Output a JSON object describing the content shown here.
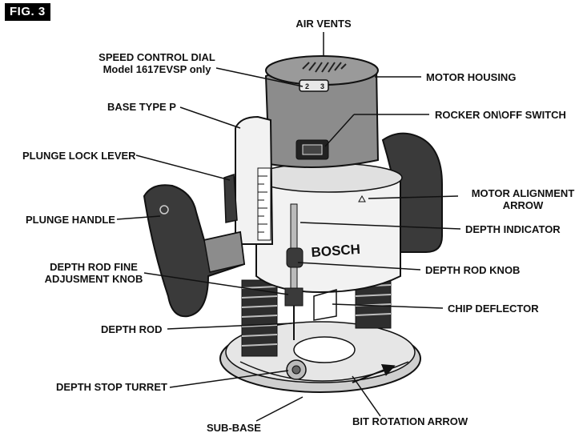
{
  "figure_tag": "FIG. 3",
  "brand_text": "BOSCH",
  "labels": {
    "air_vents": "AIR VENTS",
    "speed_dial_line1": "SPEED CONTROL DIAL",
    "speed_dial_line2": "Model 1617EVSP only",
    "motor_housing": "MOTOR HOUSING",
    "base_type": "BASE TYPE P",
    "rocker_switch": "ROCKER ON\\OFF SWITCH",
    "plunge_lock": "PLUNGE LOCK LEVER",
    "motor_align_line1": "MOTOR ALIGNMENT",
    "motor_align_line2": "ARROW",
    "plunge_handle": "PLUNGE HANDLE",
    "depth_indicator": "DEPTH INDICATOR",
    "depth_rod_fine_line1": "DEPTH ROD FINE",
    "depth_rod_fine_line2": "ADJUSMENT KNOB",
    "depth_rod_knob": "DEPTH ROD KNOB",
    "chip_deflector": "CHIP DEFLECTOR",
    "depth_rod": "DEPTH ROD",
    "depth_stop_turret": "DEPTH STOP TURRET",
    "sub_base": "SUB-BASE",
    "bit_rotation": "BIT ROTATION ARROW"
  },
  "dial_numbers": [
    "2",
    "3"
  ],
  "colors": {
    "housing_gray": "#8c8c8c",
    "dark_gray": "#3a3a3a",
    "light_gray": "#d9d9d9",
    "ink": "#111111"
  }
}
